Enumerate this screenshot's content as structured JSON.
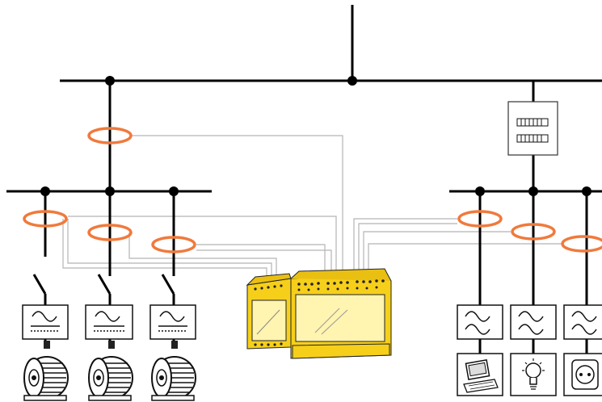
{
  "diagram": {
    "colors": {
      "bus": "#000000",
      "signal_wire": "#b5b5b5",
      "current_transformer": "#f07a3c",
      "monitor_body": "#f6cf1b",
      "monitor_face": "#fff4b0",
      "device_frame": "#111111",
      "background": "#ffffff"
    },
    "icons": {
      "current_transformer": "current-transformer-ring-icon",
      "switch": "disconnect-switch-icon",
      "inverter": "ac-dc-converter-icon",
      "filter": "ac-filter-icon",
      "motor": "electric-motor-icon",
      "computer": "computer-icon",
      "lamp": "light-bulb-icon",
      "socket": "power-socket-icon",
      "distribution_board": "distribution-board-icon",
      "monitor_device": "residual-current-monitor-icon"
    },
    "left_feeders": [
      {
        "id": "feeder-1",
        "load": "motor"
      },
      {
        "id": "feeder-2",
        "load": "motor"
      },
      {
        "id": "feeder-3",
        "load": "motor"
      }
    ],
    "right_feeders": [
      {
        "id": "feeder-4",
        "load": "computer"
      },
      {
        "id": "feeder-5",
        "load": "lamp"
      },
      {
        "id": "feeder-6",
        "load": "socket"
      }
    ]
  }
}
